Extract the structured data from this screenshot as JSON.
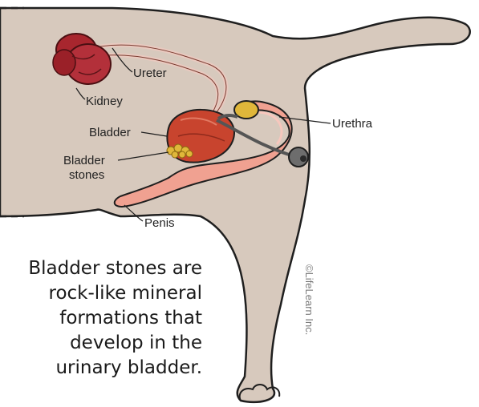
{
  "labels": {
    "ureter": "Ureter",
    "kidney": "Kidney",
    "bladder": "Bladder",
    "bladder_stones_line1": "Bladder",
    "bladder_stones_line2": "stones",
    "urethra": "Urethra",
    "penis": "Penis"
  },
  "caption": {
    "lines": [
      "Bladder stones are",
      "rock-like mineral",
      "formations that",
      "develop in the",
      "urinary bladder."
    ]
  },
  "credit": "©LifeLearn Inc.",
  "colors": {
    "body": "#d7c9bd",
    "outline": "#1f1f1f",
    "kidney": "#a8262e",
    "bladder": "#c8442e",
    "stones": "#e0b73a",
    "urethra": "#f0a191",
    "anus": "#6d6d6d"
  }
}
